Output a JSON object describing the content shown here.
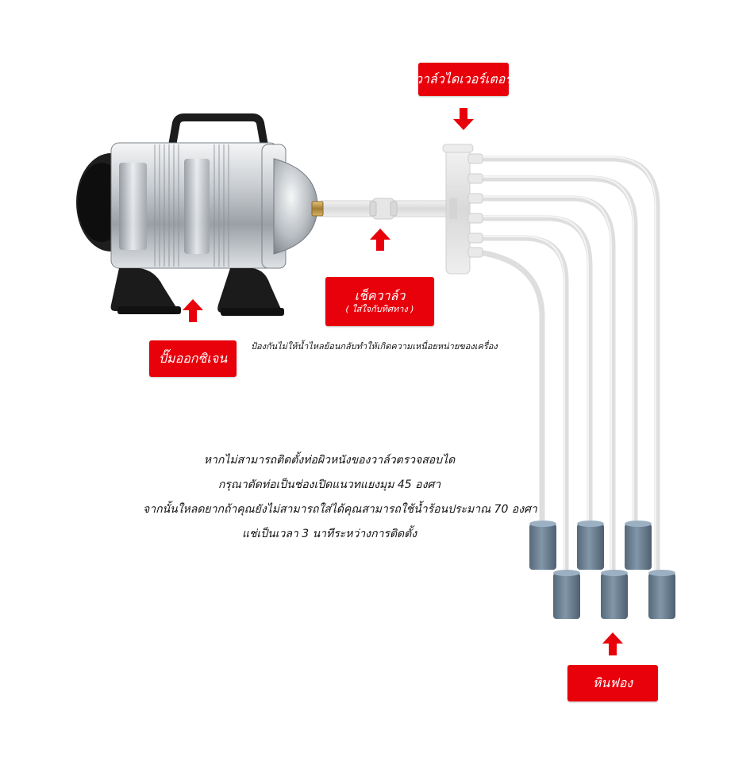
{
  "labels": {
    "manifold": "วาล์วไดเวอร์เตอร์",
    "check_valve": "เช็ควาล์ว",
    "check_valve_note": "( ใส่ใจกับทิศทาง )",
    "pump": "ปั๊มออกซิเจน",
    "airstone": "หินฟอง"
  },
  "check_valve_caption": "ป้องกันไม่ให้น้ำไหลย้อนกลับทำให้เกิดความเหนื่อยหน่ายของเครื่อง",
  "instructions": [
    "หากไม่สามารถติดตั้งท่อผิวหนังของวาล์วตรวจสอบได",
    "กรุณาตัดท่อเป็นช่องเปิดแนวทแยงมุม 45 องศา",
    "จากนั้นใหลดยากถ้าคุณยังไม่สามารถใส่ได้คุณสามารถใช้น้ำร้อนประมาณ 70 องศา",
    "แช่เป็นเวลา 3 นาทีระหว่างการติดตั้ง"
  ],
  "colors": {
    "label_bg": "#e8000b",
    "arrow": "#e8000b",
    "tube": "#e2e2e2",
    "stone": "#6d8295"
  },
  "icons": {
    "pump": "air-pump-icon",
    "check_valve": "check-valve-icon",
    "manifold": "manifold-icon",
    "airstone": "air-stone-icon",
    "arrow": "arrow-down-icon / arrow-up-icon"
  }
}
